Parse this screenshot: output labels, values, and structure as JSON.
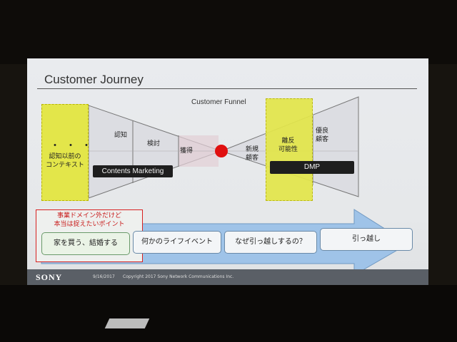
{
  "slide": {
    "title": "Customer Journey",
    "funnel_caption": "Customer Funnel",
    "context": {
      "dots": "・・・",
      "label_line1": "認知以前の",
      "label_line2": "コンテキスト"
    },
    "stages": {
      "awareness": "認知",
      "consideration": "検討",
      "acquisition": "獲得",
      "new_customer_line1": "新規",
      "new_customer_line2": "顧客",
      "churn_line1": "離反",
      "churn_line2": "可能性",
      "loyal_line1": "優良",
      "loyal_line2": "顧客"
    },
    "labels": {
      "contents_marketing": "Contents Marketing",
      "dmp": "DMP"
    },
    "note": {
      "line1": "事業ドメイン外だけど",
      "line2": "本当は捉えたいポイント"
    },
    "journey": [
      "家を買う、結婚する",
      "何かのライフイベント",
      "なぜ引っ越しするの？",
      "引っ越し"
    ],
    "footer": {
      "logo": "SONY",
      "date": "9/16/2017",
      "copyright": "Copyright 2017 Sony Network Communications Inc."
    }
  },
  "colors": {
    "highlight_yellow": "#e3e64a",
    "dot_red": "#e01010",
    "label_dark": "#1e1e1e",
    "arrow_blue": "#9fc3e8"
  }
}
